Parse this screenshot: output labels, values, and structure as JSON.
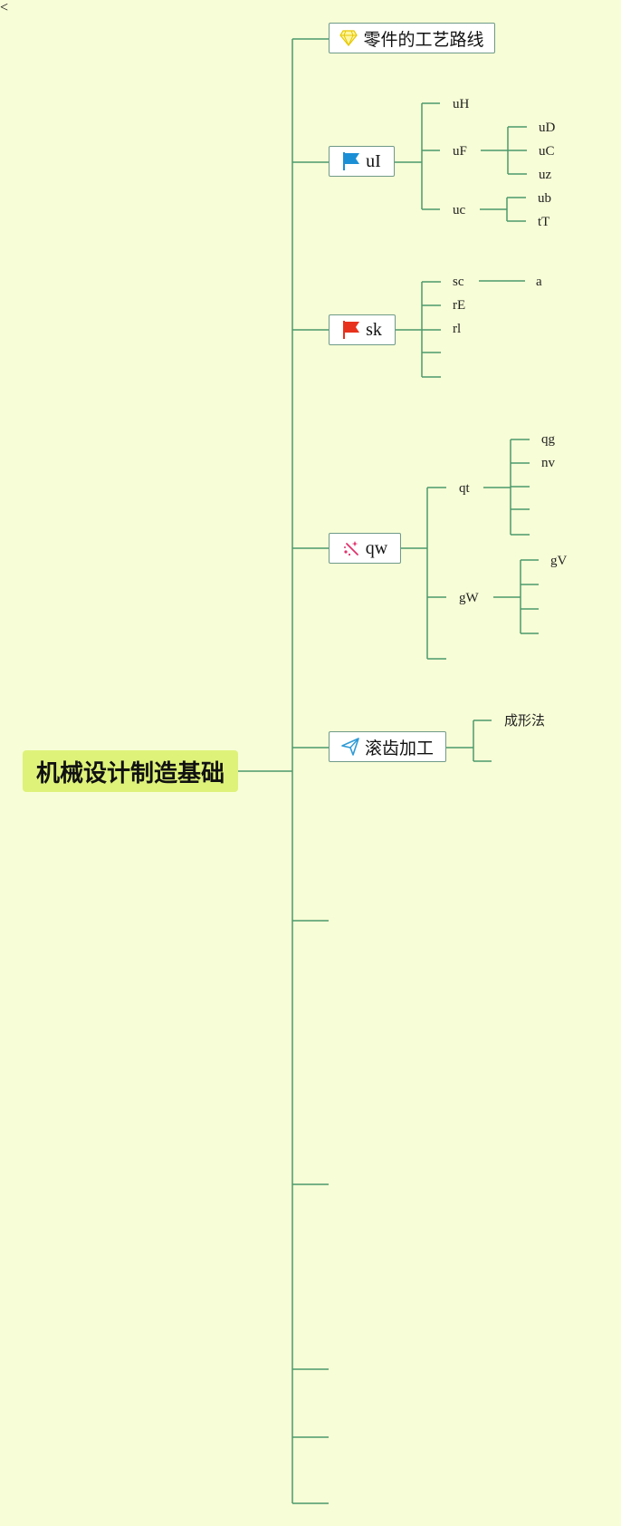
{
  "root": {
    "label": "机械设计制造基础"
  },
  "topics": [
    {
      "label": "零件的工艺路线",
      "icon": "diamond-icon"
    },
    {
      "label": "uI",
      "icon": "blue-flag-icon"
    },
    {
      "label": "sk",
      "icon": "red-flag-icon"
    },
    {
      "label": "qw",
      "icon": "sparkle-wand-icon"
    },
    {
      "label": "滚齿加工",
      "icon": "paper-plane-icon"
    }
  ],
  "ui_children": [
    "uH",
    "uF",
    "uc"
  ],
  "uf_children": [
    "uD",
    "uC",
    "uz"
  ],
  "uc_children": [
    "ub",
    "tT"
  ],
  "sk_children": [
    "sc",
    "rE",
    "rl"
  ],
  "sc_children": [
    "a"
  ],
  "qw_children": [
    "qt",
    "gW"
  ],
  "qt_children": [
    "qg",
    "nv"
  ],
  "gw_children": [
    "gV"
  ],
  "gear_children": [
    "成形法"
  ],
  "colors": {
    "background": "#f7fdd6",
    "root_fill": "#def27a",
    "connector": "#4c9a6c",
    "connector_light": "#7fb89a",
    "diamond": "#f2d400",
    "blue_flag": "#1b8fd6",
    "red_flag": "#e8311c",
    "wand": "#e0336e",
    "plane": "#2e9bd6"
  }
}
